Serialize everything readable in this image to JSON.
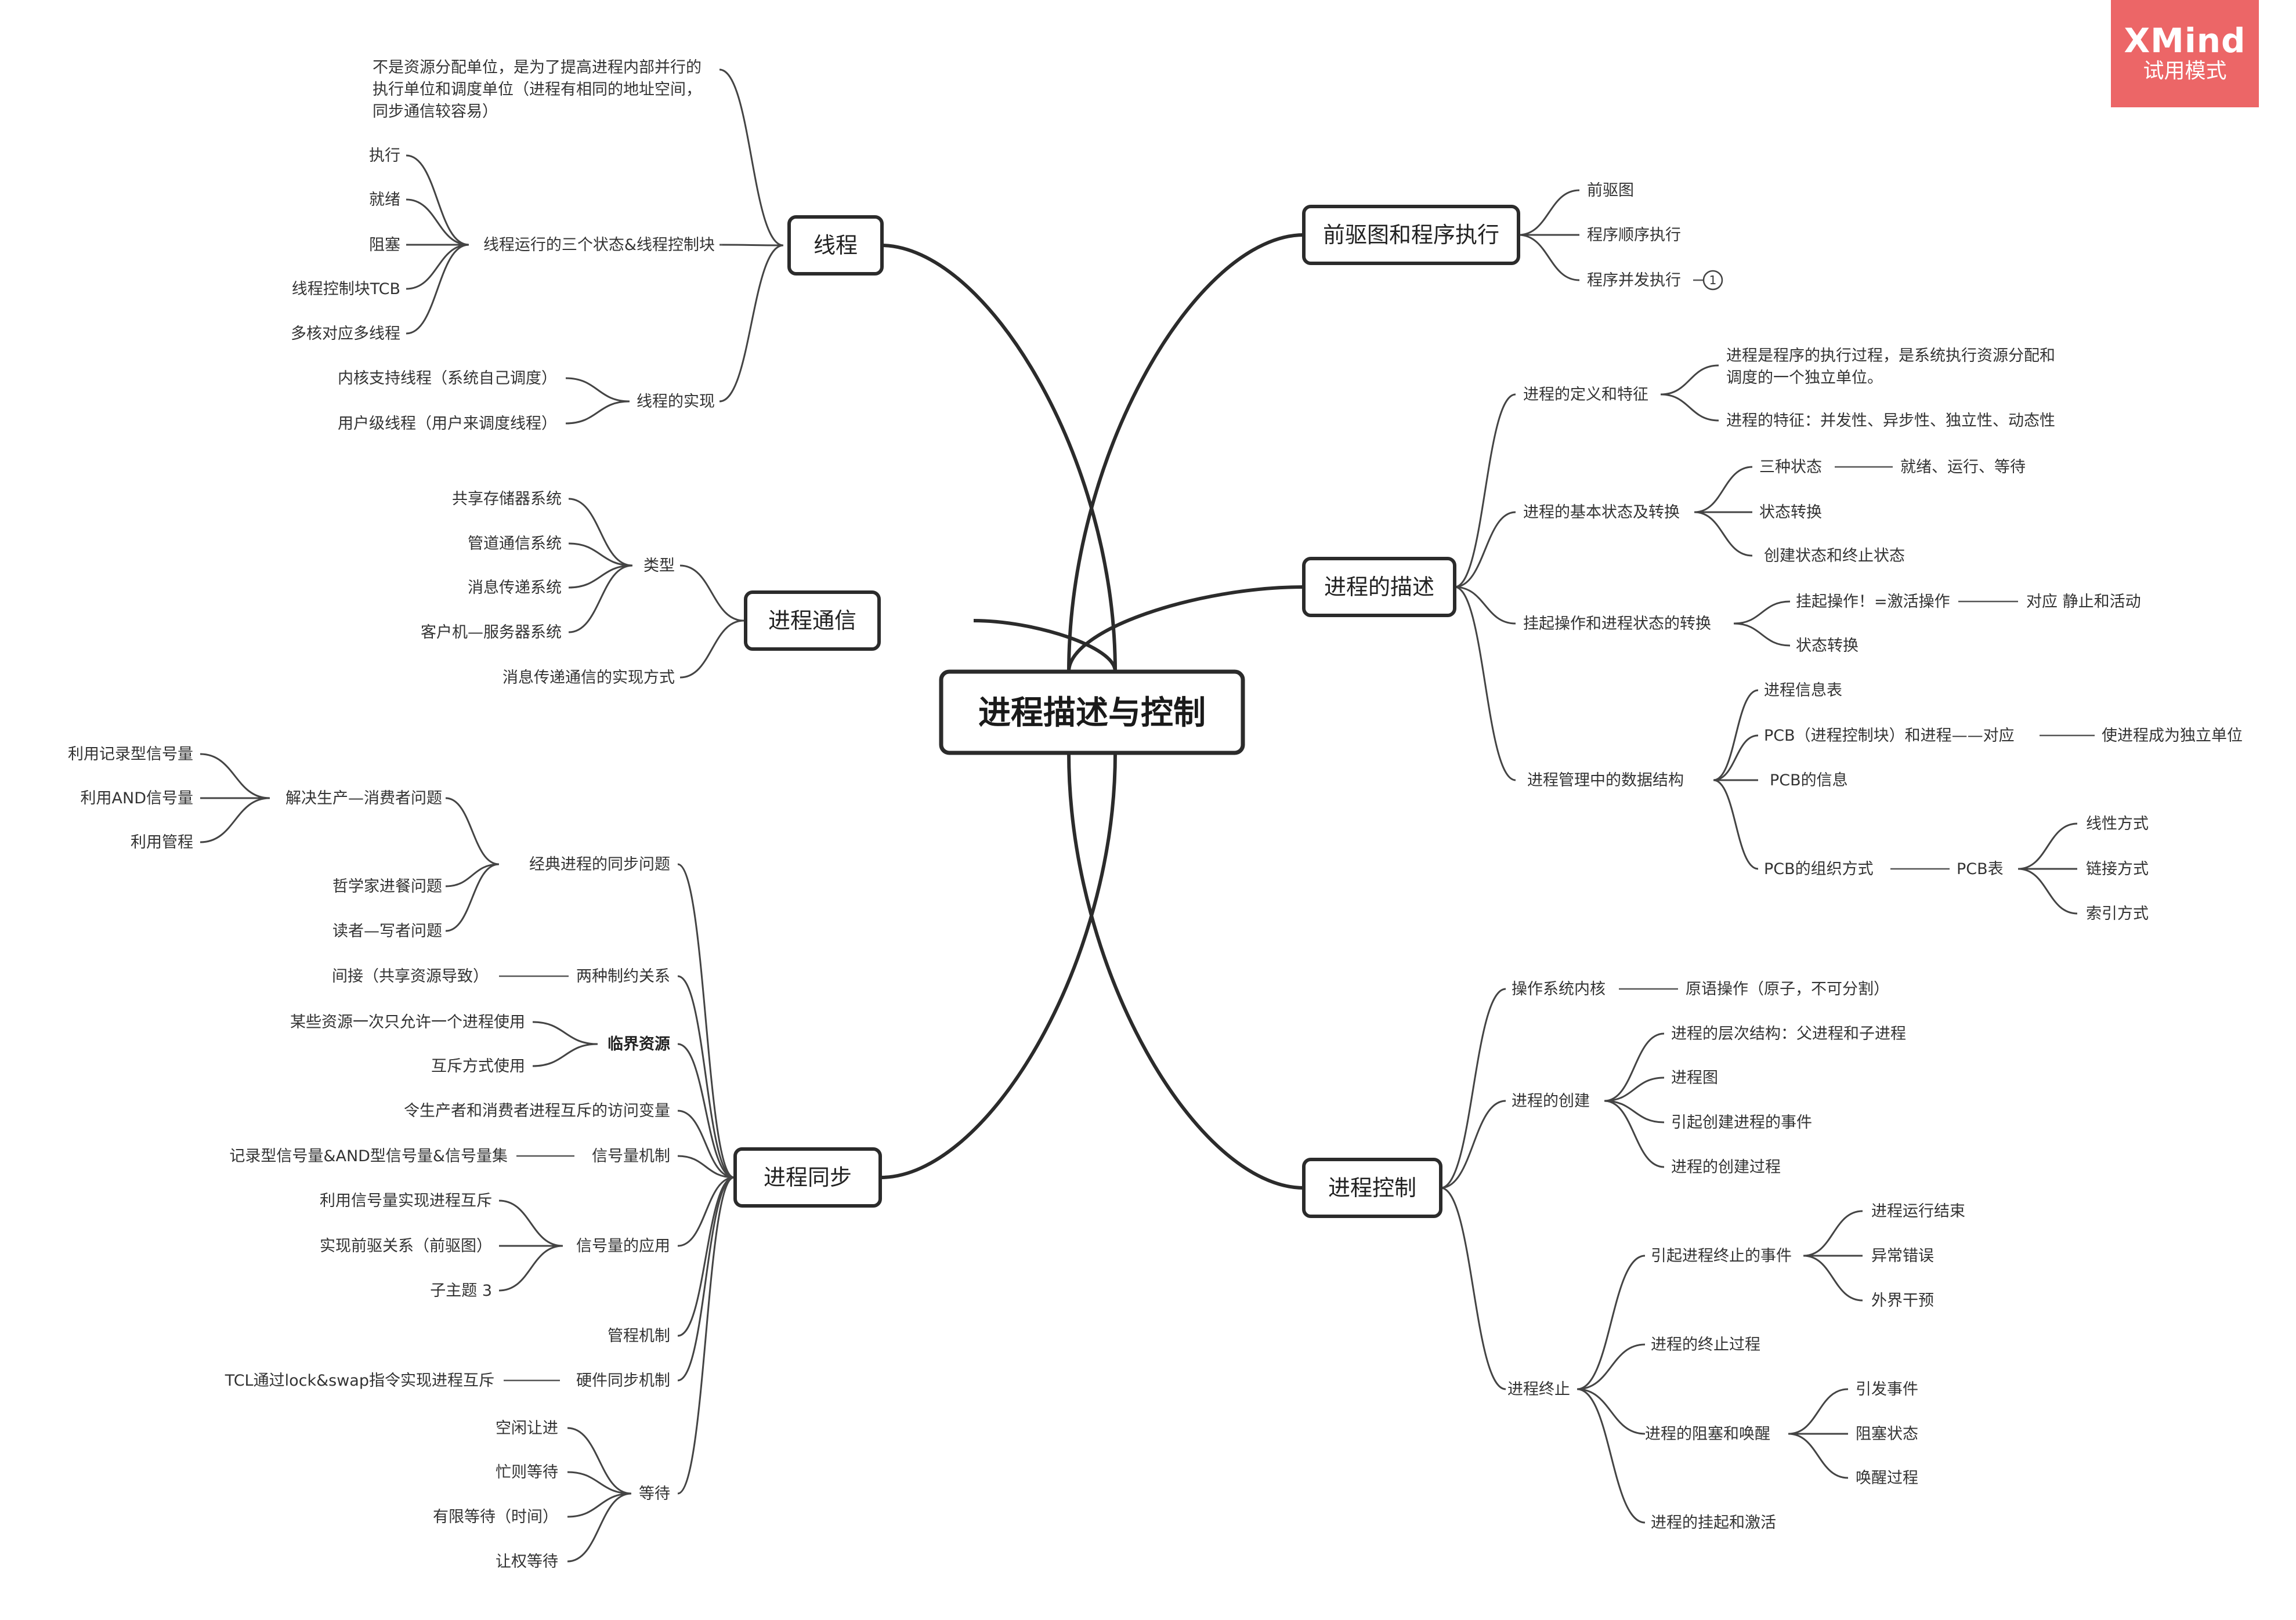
{
  "watermark": {
    "app_name": "XMind",
    "mode": "试用模式"
  },
  "center": {
    "title": "进程描述与控制"
  },
  "branches": {
    "thread": {
      "title": "线程",
      "c1": [
        "不是资源分配单位，是为了提高进程内部并行的",
        "执行单位和调度单位（进程有相同的地址空间，",
        "同步通信较容易）"
      ],
      "c2": "线程运行的三个状态&线程控制块",
      "c2_children": [
        "执行",
        "就绪",
        "阻塞",
        "线程控制块TCB",
        "多核对应多线程"
      ],
      "c3": "线程的实现",
      "c3_children": [
        "内核支持线程（系统自己调度）",
        "用户级线程（用户来调度线程）"
      ]
    },
    "ipc": {
      "title": "进程通信",
      "c1": "类型",
      "c1_children": [
        "共享存储器系统",
        "管道通信系统",
        "消息传递系统",
        "客户机—服务器系统"
      ],
      "c2": "消息传递通信的实现方式"
    },
    "sync": {
      "title": "进程同步",
      "classic": "经典进程的同步问题",
      "producer": "解决生产—消费者问题",
      "producer_children": [
        "利用记录型信号量",
        "利用AND信号量",
        "利用管程"
      ],
      "philosopher": "哲学家进餐问题",
      "reader_writer": "读者—写者问题",
      "constraint": "两种制约关系",
      "constraint_child": "间接（共享资源导致）",
      "critical": "临界资源",
      "critical_children": [
        "某些资源一次只允许一个进程使用",
        "互斥方式使用"
      ],
      "shared_var": "令生产者和消费者进程互斥的访问变量",
      "semaphore": "信号量机制",
      "semaphore_child": "记录型信号量&AND型信号量&信号量集",
      "semaphore_app": "信号量的应用",
      "semaphore_app_children": [
        "利用信号量实现进程互斥",
        "实现前驱关系（前驱图）",
        "子主题 3"
      ],
      "monitor": "管程机制",
      "hardware": "硬件同步机制",
      "hardware_child": "TCL通过lock&swap指令实现进程互斥",
      "wait": "等待",
      "wait_children": [
        "空闲让进",
        "忙则等待",
        "有限等待（时间）",
        "让权等待"
      ]
    },
    "precedence": {
      "title": "前驱图和程序执行",
      "children": [
        "前驱图",
        "程序顺序执行",
        "程序并发执行"
      ],
      "badge": "1"
    },
    "description": {
      "title": "进程的描述",
      "def": "进程的定义和特征",
      "def_c1": [
        "进程是程序的执行过程，是系统执行资源分配和",
        "调度的一个独立单位。"
      ],
      "def_c2": "进程的特征：并发性、异步性、独立性、动态性",
      "states": "进程的基本状态及转换",
      "three_states": "三种状态",
      "three_states_child": "就绪、运行、等待",
      "state_transition": "状态转换",
      "create_terminate": "创建状态和终止状态",
      "suspend": "挂起操作和进程状态的转换",
      "suspend_op": "挂起操作！=激活操作",
      "suspend_op_child": "对应 静止和活动",
      "suspend_transition": "状态转换",
      "ds": "进程管理中的数据结构",
      "ds_info_table": "进程信息表",
      "pcb_one": "PCB（进程控制块）和进程——对应",
      "pcb_one_child": "使进程成为独立单位",
      "pcb_info": "PCB的信息",
      "pcb_org": "PCB的组织方式",
      "pcb_table": "PCB表",
      "pcb_table_children": [
        "线性方式",
        "链接方式",
        "索引方式"
      ]
    },
    "control": {
      "title": "进程控制",
      "kernel": "操作系统内核",
      "kernel_child": "原语操作（原子，不可分割）",
      "create": "进程的创建",
      "create_children": [
        "进程的层次结构：父进程和子进程",
        "进程图",
        "引起创建进程的事件",
        "进程的创建过程"
      ],
      "terminate": "进程终止",
      "term_events": "引起进程终止的事件",
      "term_events_children": [
        "进程运行结束",
        "异常错误",
        "外界干预"
      ],
      "term_process": "进程的终止过程",
      "block_wake": "进程的阻塞和唤醒",
      "block_wake_children": [
        "引发事件",
        "阻塞状态",
        "唤醒过程"
      ],
      "suspend_activate": "进程的挂起和激活"
    }
  }
}
